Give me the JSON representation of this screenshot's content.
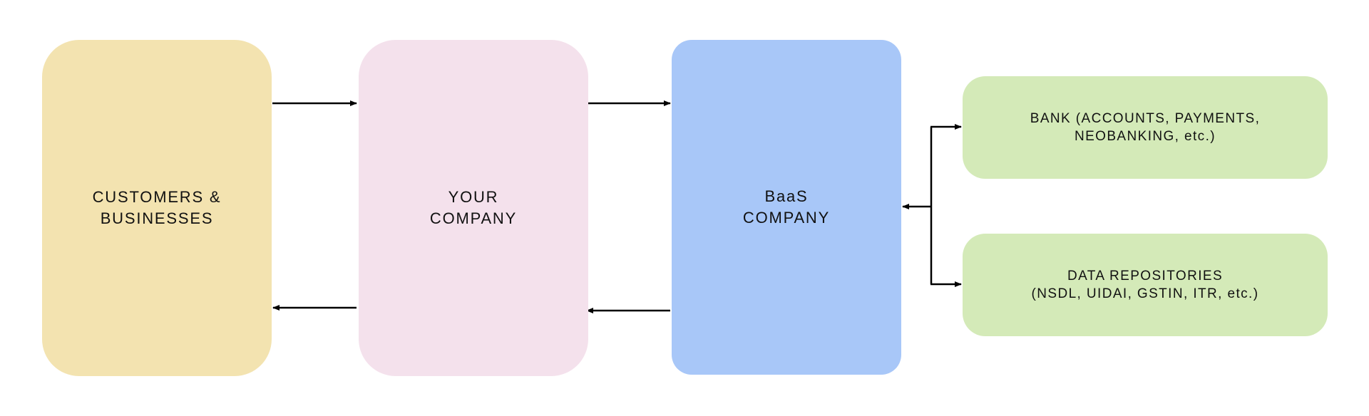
{
  "colors": {
    "customers": "#f3e3b0",
    "your_company": "#f4e1ec",
    "baas_company": "#a8c7f8",
    "external": "#d4eab8",
    "arrow": "#000000"
  },
  "nodes": {
    "customers": {
      "line1": "CUSTOMERS &",
      "line2": "BUSINESSES"
    },
    "your_company": {
      "line1": "YOUR",
      "line2": "COMPANY"
    },
    "baas_company": {
      "line1": "BaaS",
      "line2": "COMPANY"
    },
    "bank": {
      "line1": "BANK (ACCOUNTS, PAYMENTS,",
      "line2": "NEOBANKING, etc.)"
    },
    "data_repositories": {
      "line1": "DATA REPOSITORIES",
      "line2": "(NSDL, UIDAI, GSTIN, ITR, etc.)"
    }
  }
}
